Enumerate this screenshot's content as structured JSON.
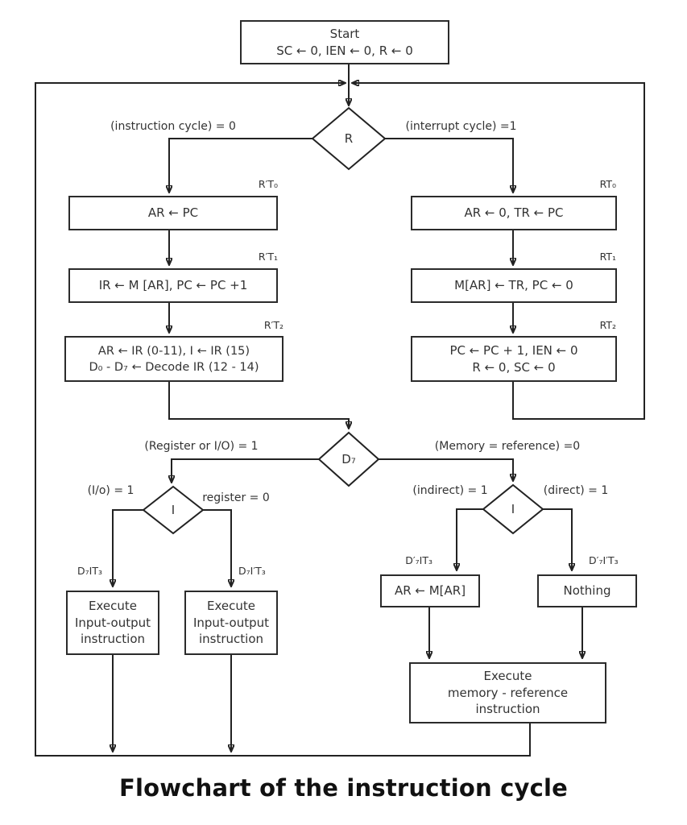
{
  "title": "Flowchart of the instruction cycle",
  "colors": {
    "line": "#222222",
    "text": "#333333",
    "background": "#ffffff"
  },
  "start": {
    "line1": "Start",
    "line2": "SC ← 0, IEN ← 0, R ← 0"
  },
  "decisions": {
    "r": {
      "label": "R",
      "left_condition": "(instruction cycle) = 0",
      "right_condition": "(interrupt cycle) =1"
    },
    "d7": {
      "label": "D₇",
      "left_condition": "(Register or I/O) = 1",
      "right_condition": "(Memory = reference) =0"
    },
    "i_io": {
      "label": "I",
      "left_condition": "(I/o) = 1",
      "right_condition": "register = 0"
    },
    "i_mem": {
      "label": "I",
      "left_condition": "(indirect) = 1",
      "right_condition": "(direct) = 1"
    }
  },
  "instruction_branch": {
    "t0": {
      "timing": "R′T₀",
      "text": "AR ← PC"
    },
    "t1": {
      "timing": "R′T₁",
      "text": "IR ← M [AR], PC ← PC +1"
    },
    "t2": {
      "timing": "R′T₂",
      "line1": "AR ← IR (0-11), I ← IR (15)",
      "line2": "D₀ - D₇ ← Decode IR (12 - 14)"
    }
  },
  "interrupt_branch": {
    "t0": {
      "timing": "RT₀",
      "text": "AR ← 0, TR ← PC"
    },
    "t1": {
      "timing": "RT₁",
      "text": "M[AR] ← TR, PC ← 0"
    },
    "t2": {
      "timing": "RT₂",
      "line1": "PC ← PC + 1, IEN ← 0",
      "line2": "R ← 0, SC ← 0"
    }
  },
  "execute_io_left": {
    "timing": "D₇IT₃",
    "line1": "Execute",
    "line2": "Input-output",
    "line3": "instruction"
  },
  "execute_io_right": {
    "timing": "D₇I′T₃",
    "line1": "Execute",
    "line2": "Input-output",
    "line3": "instruction"
  },
  "indirect_box": {
    "timing": "D′₇IT₃",
    "text": "AR ← M[AR]"
  },
  "direct_box": {
    "timing": "D′₇I′T₃",
    "text": "Nothing"
  },
  "execute_memory": {
    "line1": "Execute",
    "line2": "memory - reference",
    "line3": "instruction"
  }
}
